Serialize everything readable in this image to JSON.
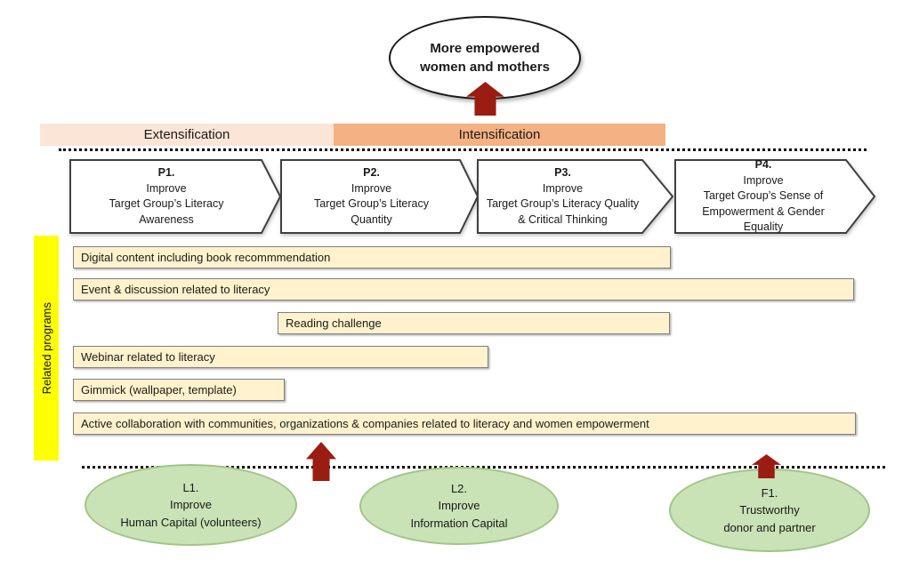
{
  "outcome": {
    "line1": "More empowered",
    "line2": "women and mothers"
  },
  "phase_bands": {
    "extensification": "Extensification",
    "intensification": "Intensification"
  },
  "phases": [
    {
      "id": "P1.",
      "lines": [
        "Improve",
        "Target Group’s Literacy",
        "Awareness"
      ]
    },
    {
      "id": "P2.",
      "lines": [
        "Improve",
        "Target Group’s Literacy",
        "Quantity"
      ]
    },
    {
      "id": "P3.",
      "lines": [
        "Improve",
        "Target Group’s Literacy Quality",
        "& Critical Thinking"
      ]
    },
    {
      "id": "P4.",
      "lines": [
        "Improve",
        "Target Group’s Sense of",
        "Empowerment & Gender",
        "Equality"
      ]
    }
  ],
  "related_programs": {
    "label": "Related programs",
    "items": [
      "Digital content including book recommmendation",
      "Event & discussion related to literacy",
      "Reading challenge",
      "Webinar related to literacy",
      "Gimmick (wallpaper, template)",
      "Active collaboration with communities, organizations & companies related to literacy and women empowerment"
    ]
  },
  "foundations": [
    {
      "id": "L1.",
      "lines": [
        "Improve",
        "Human Capital (volunteers)"
      ]
    },
    {
      "id": "L2.",
      "lines": [
        "Improve",
        "Information Capital"
      ]
    },
    {
      "id": "F1.",
      "lines": [
        "Trustworthy",
        "donor and partner"
      ]
    }
  ],
  "colors": {
    "dark_red_arrow": "#9b1c12",
    "extensification_bg": "#fbe5d6",
    "intensification_bg": "#f4b183",
    "program_bar_bg": "#fff2cc",
    "program_bar_border": "#7f7f7f",
    "foundation_fill": "#c9e2b6",
    "foundation_border": "#a2c488",
    "sidebar_bg": "#ffff00",
    "chevron_border": "#404040"
  }
}
